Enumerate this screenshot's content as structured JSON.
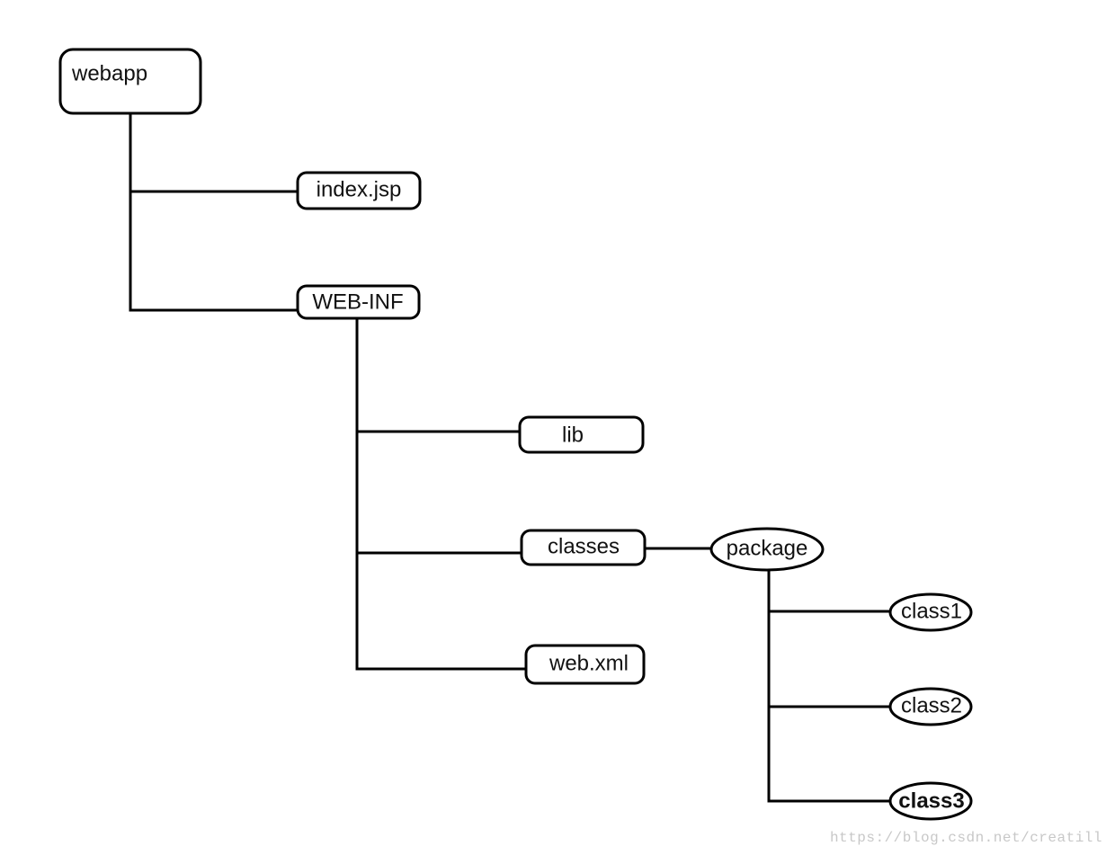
{
  "diagram": {
    "nodes": {
      "webapp": {
        "label": "webapp",
        "shape": "rounded-rect",
        "fill": "#ffffff"
      },
      "index_jsp": {
        "label": "index.jsp",
        "shape": "rounded-rect",
        "fill": "#ffffff"
      },
      "web_inf": {
        "label": "WEB-INF",
        "shape": "rounded-rect",
        "fill": "#ffffff"
      },
      "lib": {
        "label": "lib",
        "shape": "rounded-rect",
        "fill": "#ffffff"
      },
      "classes": {
        "label": "classes",
        "shape": "rounded-rect",
        "fill": "#ffffff"
      },
      "web_xml": {
        "label": "web.xml",
        "shape": "rounded-rect",
        "fill": "#3ee63e"
      },
      "package": {
        "label": "package",
        "shape": "ellipse",
        "fill": "#ffffff"
      },
      "class1": {
        "label": "class1",
        "shape": "ellipse",
        "fill": "#ffffff"
      },
      "class2": {
        "label": "class2",
        "shape": "ellipse",
        "fill": "#ffffff"
      },
      "class3": {
        "label": "class3",
        "shape": "ellipse",
        "fill": "#ffffff"
      }
    },
    "edges": [
      [
        "webapp",
        "index_jsp"
      ],
      [
        "webapp",
        "web_inf"
      ],
      [
        "web_inf",
        "lib"
      ],
      [
        "web_inf",
        "classes"
      ],
      [
        "web_inf",
        "web_xml"
      ],
      [
        "classes",
        "package"
      ],
      [
        "package",
        "class1"
      ],
      [
        "package",
        "class2"
      ],
      [
        "package",
        "class3"
      ]
    ],
    "colors": {
      "stroke": "#000000",
      "highlight": "#3ee63e"
    }
  },
  "watermark": {
    "text": "https://blog.csdn.net/creatill"
  }
}
